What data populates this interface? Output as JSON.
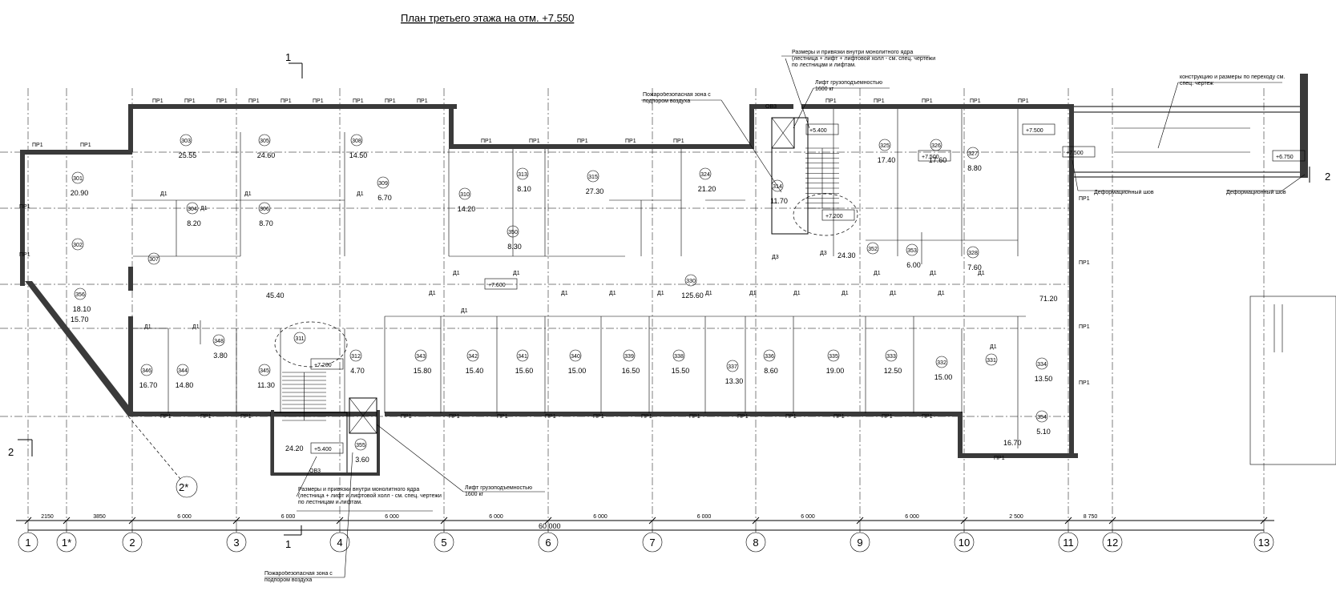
{
  "title": "План третьего этажа на отм. +7.550",
  "section_marks": [
    "1",
    "1",
    "2",
    "2",
    "2*"
  ],
  "axes": [
    "1",
    "1*",
    "2",
    "3",
    "4",
    "5",
    "6",
    "7",
    "8",
    "9",
    "10",
    "11",
    "12",
    "13"
  ],
  "dimensions": {
    "spans": [
      "2150",
      "3850",
      "6 000",
      "6 000",
      "6 000",
      "6 000",
      "6 000",
      "6 000",
      "6 000",
      "6 000",
      "2 500",
      "8 750"
    ],
    "total": "60 000"
  },
  "levels": [
    "+5.400",
    "+7.200",
    "+7.500",
    "+7.500",
    "+7.500",
    "+6.750",
    "+7.600",
    "+7.200",
    "+5.400"
  ],
  "rooms_top": [
    {
      "num": "301",
      "area": "20.90"
    },
    {
      "num": "302",
      "area": ""
    },
    {
      "num": "303",
      "area": "25.55"
    },
    {
      "num": "304",
      "area": "8.20"
    },
    {
      "num": "305",
      "area": "24.60"
    },
    {
      "num": "306",
      "area": "8.70"
    },
    {
      "num": "307",
      "area": ""
    },
    {
      "num": "308",
      "area": "14.50"
    },
    {
      "num": "309",
      "area": "6.70"
    },
    {
      "num": "310",
      "area": "14.20"
    },
    {
      "num": "313",
      "area": "8.10"
    },
    {
      "num": "350",
      "area": "8.30"
    },
    {
      "num": "315",
      "area": "27.30"
    },
    {
      "num": "324",
      "area": "21.20"
    },
    {
      "num": "314",
      "area": "11.70"
    },
    {
      "num": "325",
      "area": "17.40"
    },
    {
      "num": "326",
      "area": "17.60"
    },
    {
      "num": "327",
      "area": "8.80"
    },
    {
      "num": "328",
      "area": "7.60"
    },
    {
      "num": "353",
      "area": "6.00"
    },
    {
      "num": "352",
      "area": ""
    },
    {
      "num": "330",
      "area": "125.60"
    }
  ],
  "rooms_bottom": [
    {
      "num": "356",
      "area": "18.10"
    },
    {
      "num": "346",
      "area": "16.70"
    },
    {
      "num": "344",
      "area": "14.80"
    },
    {
      "num": "348",
      "area": "3.80"
    },
    {
      "num": "345",
      "area": "11.30"
    },
    {
      "num": "311",
      "area": ""
    },
    {
      "num": "312",
      "area": "4.70"
    },
    {
      "num": "343",
      "area": "15.80"
    },
    {
      "num": "342",
      "area": "15.40"
    },
    {
      "num": "341",
      "area": "15.60"
    },
    {
      "num": "340",
      "area": "15.00"
    },
    {
      "num": "339",
      "area": "16.50"
    },
    {
      "num": "338",
      "area": "15.50"
    },
    {
      "num": "337",
      "area": "13.30"
    },
    {
      "num": "336",
      "area": "8.60"
    },
    {
      "num": "335",
      "area": "19.00"
    },
    {
      "num": "333",
      "area": "12.50"
    },
    {
      "num": "332",
      "area": "15.00"
    },
    {
      "num": "331",
      "area": ""
    },
    {
      "num": "334",
      "area": "13.50"
    },
    {
      "num": "354",
      "area": "5.10"
    },
    {
      "num": "355",
      "area": "3.60"
    }
  ],
  "corridor_areas": [
    "45.40",
    "15.70",
    "71.20",
    "24.30",
    "16.70",
    "24.20"
  ],
  "notes": {
    "core_top": "Размеры и привязки внутри монолитного ядра (лестница + лифт + лифтовой холл - см. спец. чертежи по лестницам и лифтам.",
    "lift_top": "Лифт грузоподъемностью 1600 кг",
    "fire_zone_top": "Пожаробезопасная зона с подпором воздуха",
    "bridge": "конструкцию и размеры по переходу см. спец. чертеж",
    "joint_1": "Деформационный шов",
    "joint_2": "Деформационный шов",
    "core_bottom": "Размеры и привязки внутри монолитного ядра (лестница + лифт и лифтовой холл - см. спец. чертежи по лестницам и лифтам.",
    "lift_bottom": "Лифт грузоподъемностью 1600 кг",
    "fire_zone_bottom": "Пожаробезопасная зона с подпором воздуха"
  },
  "openings": {
    "window": "ПР1",
    "door": "Д1",
    "door2": "Д3",
    "vent": "ОВ3"
  }
}
